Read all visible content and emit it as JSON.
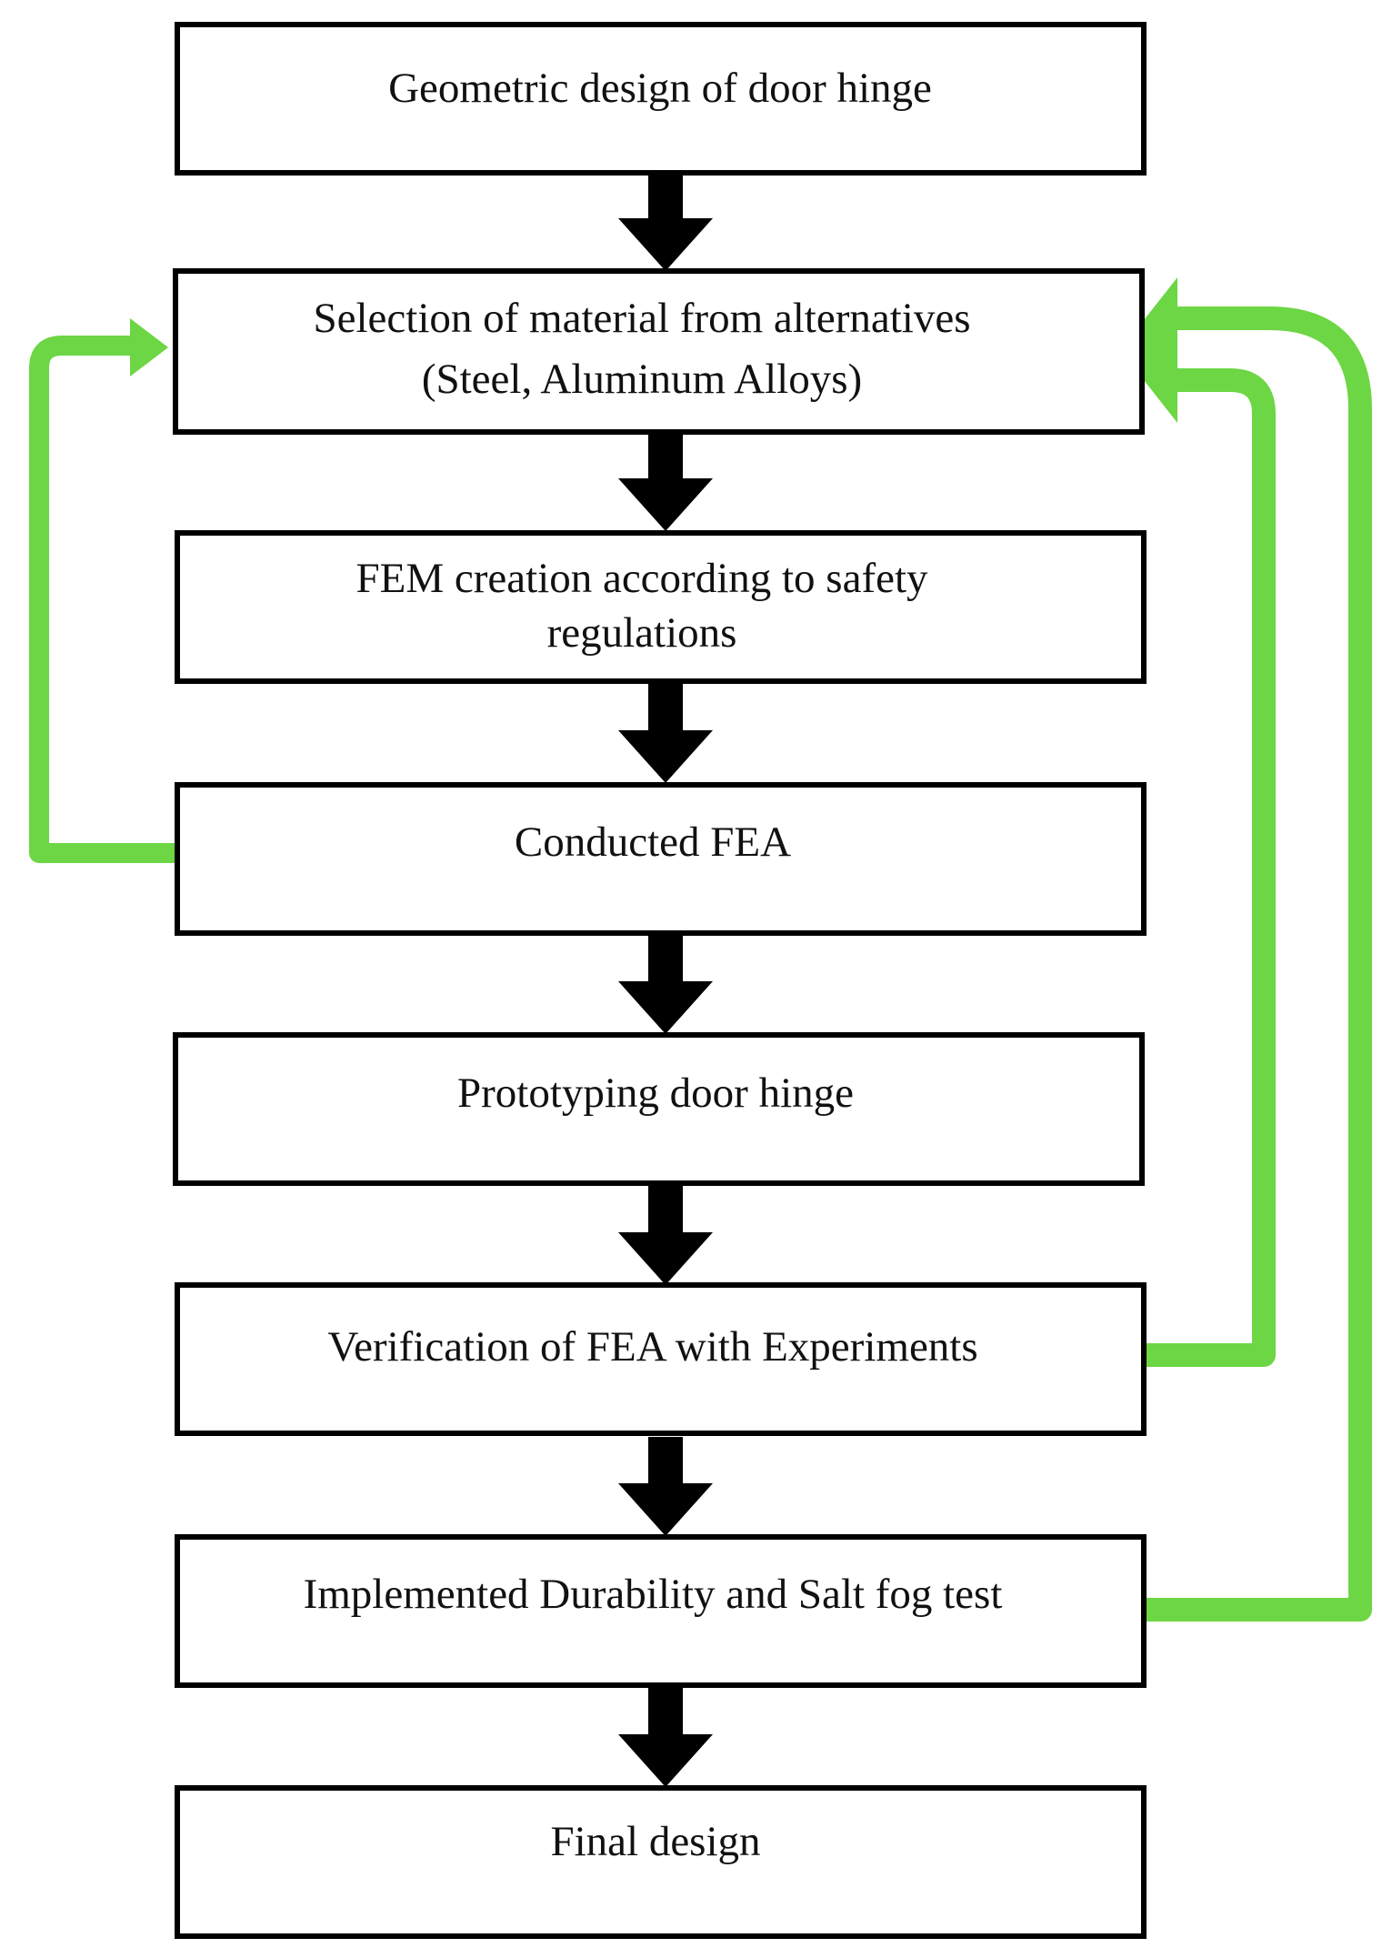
{
  "colors": {
    "box_stroke": "#000000",
    "flow_arrow": "#000000",
    "feedback_arrow": "#6cd644",
    "text": "#111111",
    "background": "#ffffff"
  },
  "steps": [
    {
      "lines": [
        "Geometric design of door hinge"
      ]
    },
    {
      "lines": [
        "Selection of material from alternatives",
        "(Steel, Aluminum Alloys)"
      ]
    },
    {
      "lines": [
        "FEM creation according to safety",
        "regulations"
      ]
    },
    {
      "lines": [
        "Conducted FEA"
      ]
    },
    {
      "lines": [
        "Prototyping door hinge"
      ]
    },
    {
      "lines": [
        "Verification of FEA with Experiments"
      ]
    },
    {
      "lines": [
        "Implemented Durability and Salt fog test"
      ]
    },
    {
      "lines": [
        "Final design"
      ]
    }
  ],
  "flow_arrows": [
    {
      "from": 0,
      "to": 1
    },
    {
      "from": 1,
      "to": 2
    },
    {
      "from": 2,
      "to": 3
    },
    {
      "from": 3,
      "to": 4
    },
    {
      "from": 4,
      "to": 5
    },
    {
      "from": 5,
      "to": 6
    },
    {
      "from": 6,
      "to": 7
    }
  ],
  "feedback_arrows": [
    {
      "from": 3,
      "to": 1,
      "side": "left"
    },
    {
      "from": 5,
      "to": 1,
      "side": "right"
    },
    {
      "from": 6,
      "to": 1,
      "side": "right"
    }
  ]
}
